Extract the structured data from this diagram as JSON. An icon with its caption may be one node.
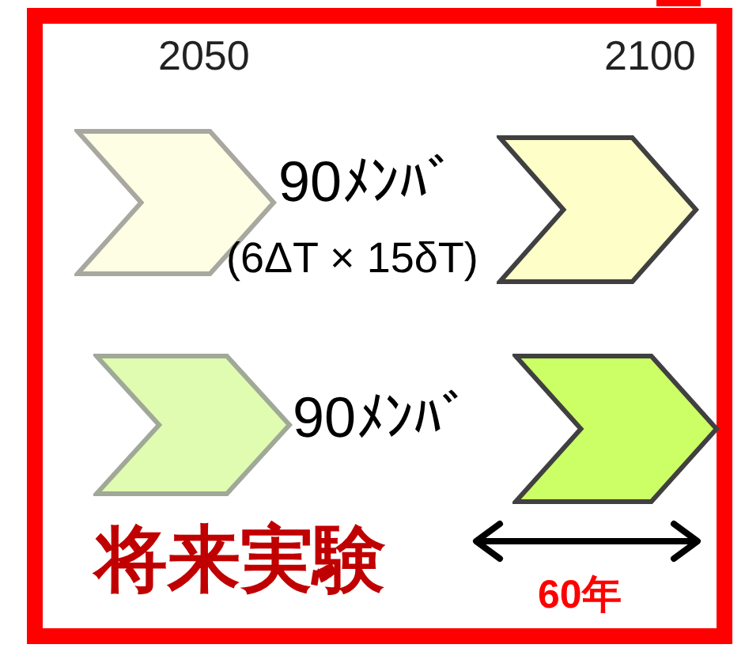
{
  "diagram": {
    "nodes": [
      {
        "text": [],
        "shape": "chevron"
      },
      {
        "text": [],
        "shape": "chevron"
      },
      {
        "text": [],
        "shape": "chevron"
      },
      {
        "text": [],
        "shape": "chevron"
      }
    ],
    "labels": [
      "2050",
      "2100",
      "90ﾒﾝﾊﾞ",
      "(6ΔT × 15δT)",
      "90ﾒﾝﾊﾞ",
      "将来実験",
      "60年"
    ]
  }
}
